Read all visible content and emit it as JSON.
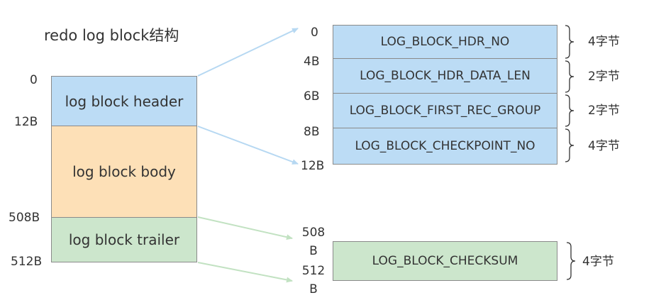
{
  "title": "redo log block结构",
  "colors": {
    "blue": "#bcdcf5",
    "orange": "#fde0b7",
    "green": "#cce6cc",
    "blue_arrow": "#b6d8f2",
    "green_arrow": "#c2e2c2"
  },
  "left": {
    "header": "log block header",
    "body": "log block body",
    "trailer": "log block trailer",
    "offsets": [
      "0",
      "12B",
      "508B",
      "512B"
    ]
  },
  "header_fields": [
    {
      "name": "LOG_BLOCK_HDR_NO",
      "size": "4字节"
    },
    {
      "name": "LOG_BLOCK_HDR_DATA_LEN",
      "size": "2字节"
    },
    {
      "name": "LOG_BLOCK_FIRST_REC_GROUP",
      "size": "2字节"
    },
    {
      "name": "LOG_BLOCK_CHECKPOINT_NO",
      "size": "4字节"
    }
  ],
  "header_offsets": [
    "0",
    "4B",
    "6B",
    "8B",
    "12B"
  ],
  "trailer_field": {
    "name": "LOG_BLOCK_CHECKSUM",
    "size": "4字节"
  },
  "trailer_offsets": [
    "508",
    "B",
    "512",
    "B"
  ]
}
